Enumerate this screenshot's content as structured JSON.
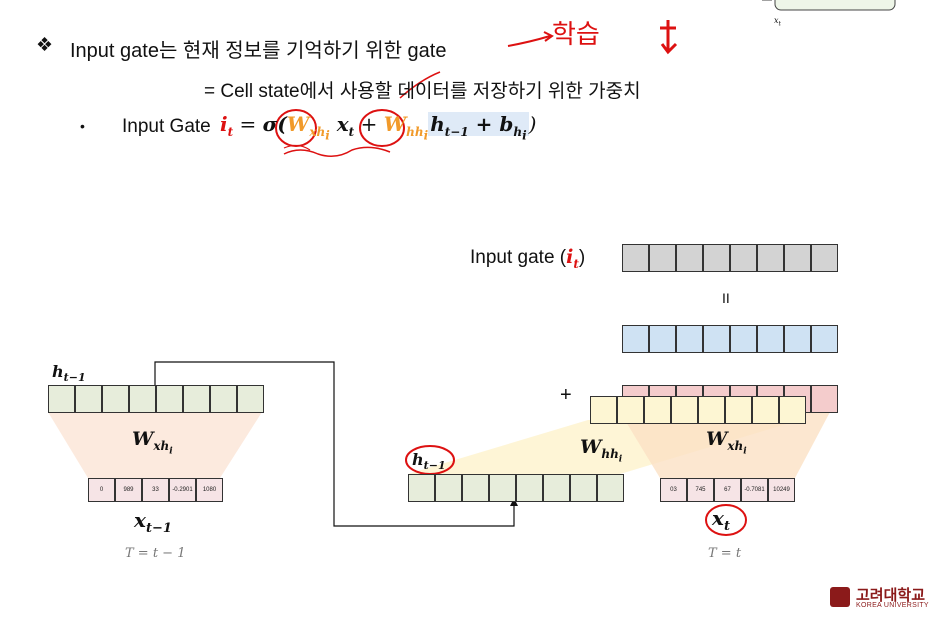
{
  "heading": {
    "bullet": "❖",
    "text": "Input gate는 현재 정보를 기억하기 위한 gate",
    "annotation": "학습"
  },
  "subline": "= Cell state에서 사용할 데이터를 저장하기 위한 가중치",
  "formula_item": {
    "bullet": "•",
    "label": "Input Gate",
    "lhs": "i",
    "lhs_sub": "t",
    "eq": " = ",
    "sigma": "σ(",
    "w1": "W",
    "w1_sub": "xh",
    "w1_subsub": "i",
    "x": " x",
    "x_sub": "t",
    "plus": " + ",
    "w2": "W",
    "w2_sub": "hh",
    "w2_subsub": "i",
    "h": "h",
    "h_sub": "t−1",
    "b": " + b",
    "b_sub": "h",
    "b_subsub": "i",
    "close": ")"
  },
  "diagram": {
    "input_gate_label": "Input gate (",
    "input_gate_var": "i",
    "input_gate_sub": "t",
    "input_gate_close": ")",
    "equals": "II",
    "plus": "+",
    "h_prev_label": "h",
    "h_prev_sub": "t−1",
    "W_xh_left": "W",
    "W_xh_left_sub": "xh",
    "W_xh_left_subsub": "i",
    "x_prev": "x",
    "x_prev_sub": "t−1",
    "T_prev": "T = t − 1",
    "h_mid": "h",
    "h_mid_sub": "t−1",
    "W_hh": "W",
    "W_hh_sub": "hh",
    "W_hh_subsub": "i",
    "W_xh_right": "W",
    "W_xh_right_sub": "xh",
    "W_xh_right_subsub": "i",
    "x_cur": "x",
    "x_cur_sub": "t",
    "T_cur": "T = t",
    "x_prev_values": [
      "0",
      "989",
      "33",
      "-0.2901",
      "1080"
    ],
    "x_cur_values": [
      "03",
      "745",
      "67",
      "-0.7081",
      "10249"
    ]
  },
  "colors": {
    "gray": "#d3d3d3",
    "blue": "#cfe2f3",
    "pink": "#f4cccc",
    "yellow": "#fdf6d3",
    "green": "#e7eddb",
    "annotation_red": "#d11",
    "orange": "#f19a2a",
    "brand": "#8b1a1a"
  },
  "logo": {
    "name": "고려대학교",
    "sub": "KOREA UNIVERSITY"
  }
}
